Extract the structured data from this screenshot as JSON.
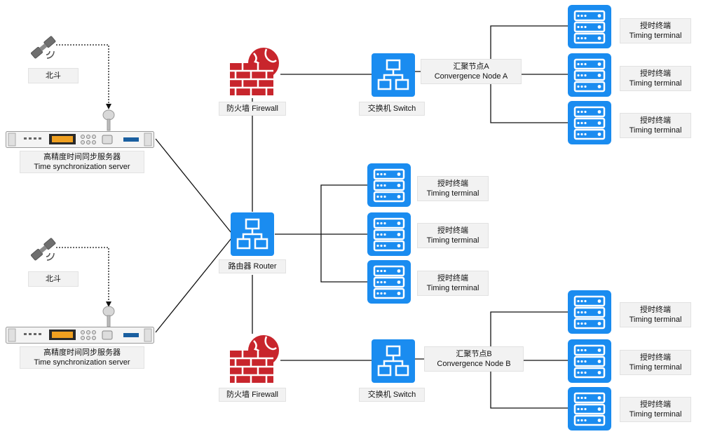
{
  "satellite_label": "北斗",
  "time_server": {
    "line1": "高精度时间同步服务器",
    "line2": "Time synchronization server"
  },
  "firewall_label": "防火墙 Firewall",
  "switch_label": "交换机 Switch",
  "router_label": "路由器 Router",
  "node_a": {
    "line1": "汇聚节点A",
    "line2": "Convergence Node A"
  },
  "node_b": {
    "line1": "汇聚节点B",
    "line2": "Convergence Node B"
  },
  "terminal": {
    "line1": "授时终端",
    "line2": "Timing terminal"
  },
  "colors": {
    "tile_blue": "#1a8cf0",
    "firewall_red": "#c8252c",
    "label_bg": "#f2f2f2"
  },
  "icons": [
    "satellite-icon",
    "server-rack-icon",
    "firewall-icon",
    "network-switch-icon",
    "router-icon",
    "timing-terminal-icon"
  ]
}
